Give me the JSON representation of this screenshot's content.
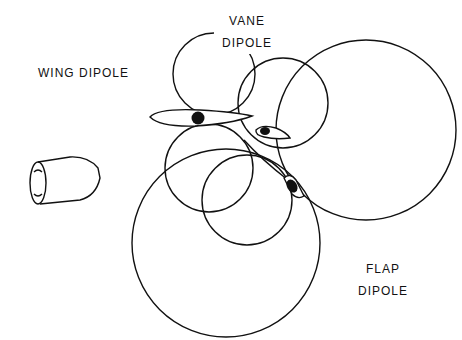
{
  "diagram": {
    "labels": [
      "WING DIPOLE",
      "VANE DIPOLE",
      "FLAP DIPOLE"
    ]
  }
}
